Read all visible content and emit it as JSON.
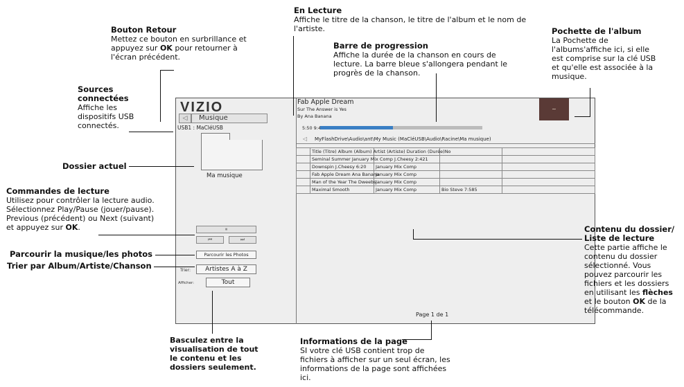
{
  "annotations": {
    "back_button": {
      "title": "Bouton Retour",
      "line1": "Mettez ce bouton en surbrillance et",
      "line2a": "appuyez sur ",
      "line2b": "OK",
      "line2c": " pour retourner à",
      "line3": "l'écran précédent."
    },
    "now_playing": {
      "title": "En Lecture",
      "line1": "Affiche le titre de la chanson, le titre de l'album et le nom de",
      "line2": "l'artiste."
    },
    "progress_bar": {
      "title": "Barre de progression",
      "line1": "Affiche la durée de la chanson en cours de",
      "line2": "lecture. La barre bleue s'allongera pendant le",
      "line3": "progrès de la chanson."
    },
    "album_cover": {
      "title": "Pochette de l'album",
      "line1": "La Pochette de",
      "line2": "l'albums'affiche ici, si elle",
      "line3": "est comprise sur la clé USB",
      "line4": "et qu'elle est associée à la",
      "line5": "musique."
    },
    "sources": {
      "title1": "Sources",
      "title2": "connectées",
      "line1": "Affiche les",
      "line2": "dispositifs USB",
      "line3": "connectés."
    },
    "current_folder": {
      "title": "Dossier actuel"
    },
    "playback": {
      "title": "Commandes de lecture",
      "line1": "Utilisez pour contrôler la lecture audio.",
      "line2": "Sélectionnez Play/Pause (jouer/pause).",
      "line3": "Previous (précédent) ou Next (suivant)",
      "line4a": "et appuyez sur ",
      "line4b": "OK",
      "line4c": "."
    },
    "browse": {
      "title": "Parcourir la musique/les photos"
    },
    "sort": {
      "title": "Trier par Album/Artiste/Chanson"
    },
    "folder_content": {
      "title1": "Contenu du dossier/",
      "title2": "Liste de lecture",
      "line1": "Cette partie affiche le",
      "line2": "contenu du dossier",
      "line3": "sélectionné. Vous",
      "line4": "pouvez parcourir les",
      "line5": "fichiers et les dossiers",
      "line6a": "en utilisant les ",
      "line6b": "flèches",
      "line7a": "et le bouton ",
      "line7b": "OK",
      "line7c": " de la",
      "line8": "télécommande."
    },
    "toggle_view": {
      "line1": "Basculez entre la",
      "line2": "visualisation de tout",
      "line3": "le contenu et les",
      "line4": "dossiers seulement."
    },
    "page_info": {
      "title": "Informations de la page",
      "line1": "SI votre clé USB contient trop de",
      "line2": "fichiers à afficher sur un seul écran, les",
      "line3": "informations de la page sont affichées",
      "line4": "ici."
    }
  },
  "screen": {
    "logo": "VIZIO",
    "back_glyph": "◁",
    "section_label": "Musique",
    "source": "USB1 : MaCléUSB",
    "folder_label": "Ma musique",
    "pause_glyph": "⏸",
    "prev_glyph": "⏮",
    "next_glyph": "⏭",
    "browse_button": "Parcourir les Photos",
    "sort_label": "Trier:",
    "sort_value": "Artistes A à Z",
    "view_label": "Afficher:",
    "view_value": "Tout",
    "now_playing": {
      "song": "Fab Apple Dream",
      "album": "Sur The Answer is Yes",
      "artist": "By Ana Banana"
    },
    "time": "5:50 9:46",
    "progress": 0.45,
    "path": "MyFlashDrive\\Audio\\ant\\My Music (MaCléUSB\\Audio\\Racine\\Ma musique)",
    "table_rows": [
      [
        "",
        "Title (Titre) Album (Album) Artist (Artiste) Duration (Durée)No",
        "",
        "",
        ""
      ],
      [
        "",
        "Seminal Summer January Mix Comp J.Cheesy 2:421",
        "",
        "",
        ""
      ],
      [
        "",
        "Downspin J.Cheesy 6:20",
        "January Mix Comp",
        "",
        ""
      ],
      [
        "",
        "Fab Apple Dream Ana Banana",
        "January Mix Comp",
        "",
        ""
      ],
      [
        "",
        "Man of the Year The Dweebs",
        "January Mix Comp",
        "",
        ""
      ],
      [
        "",
        "Maximal Smooth",
        "January Mix Comp",
        "Bio Steve 7:585",
        ""
      ]
    ],
    "page_info": "Page 1 de 1"
  }
}
